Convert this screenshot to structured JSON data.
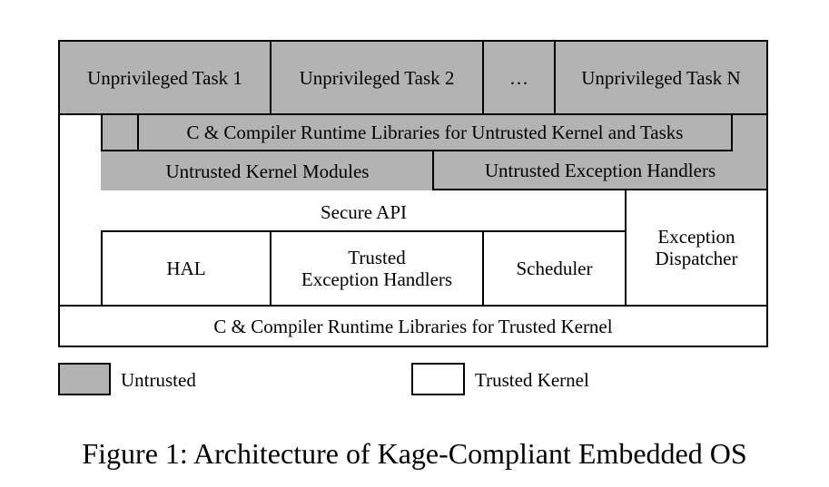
{
  "diagram": {
    "tasks": [
      "Unprivileged Task 1",
      "Unprivileged Task 2",
      "…",
      "Unprivileged Task N"
    ],
    "untrusted_libs": "C & Compiler Runtime Libraries for Untrusted Kernel and Tasks",
    "untrusted_kernel_modules": "Untrusted Kernel Modules",
    "untrusted_exception_handlers": "Untrusted Exception Handlers",
    "secure_api": "Secure API",
    "exception_dispatcher": "Exception\nDispatcher",
    "hal": "HAL",
    "trusted_exception_handlers": "Trusted\nException Handlers",
    "scheduler": "Scheduler",
    "trusted_libs": "C & Compiler Runtime Libraries for Trusted Kernel"
  },
  "legend": {
    "untrusted": "Untrusted",
    "trusted": "Trusted Kernel",
    "untrusted_color": "#b3b3b3",
    "trusted_color": "#ffffff"
  },
  "caption": "Figure 1: Architecture of Kage-Compliant Embedded OS"
}
